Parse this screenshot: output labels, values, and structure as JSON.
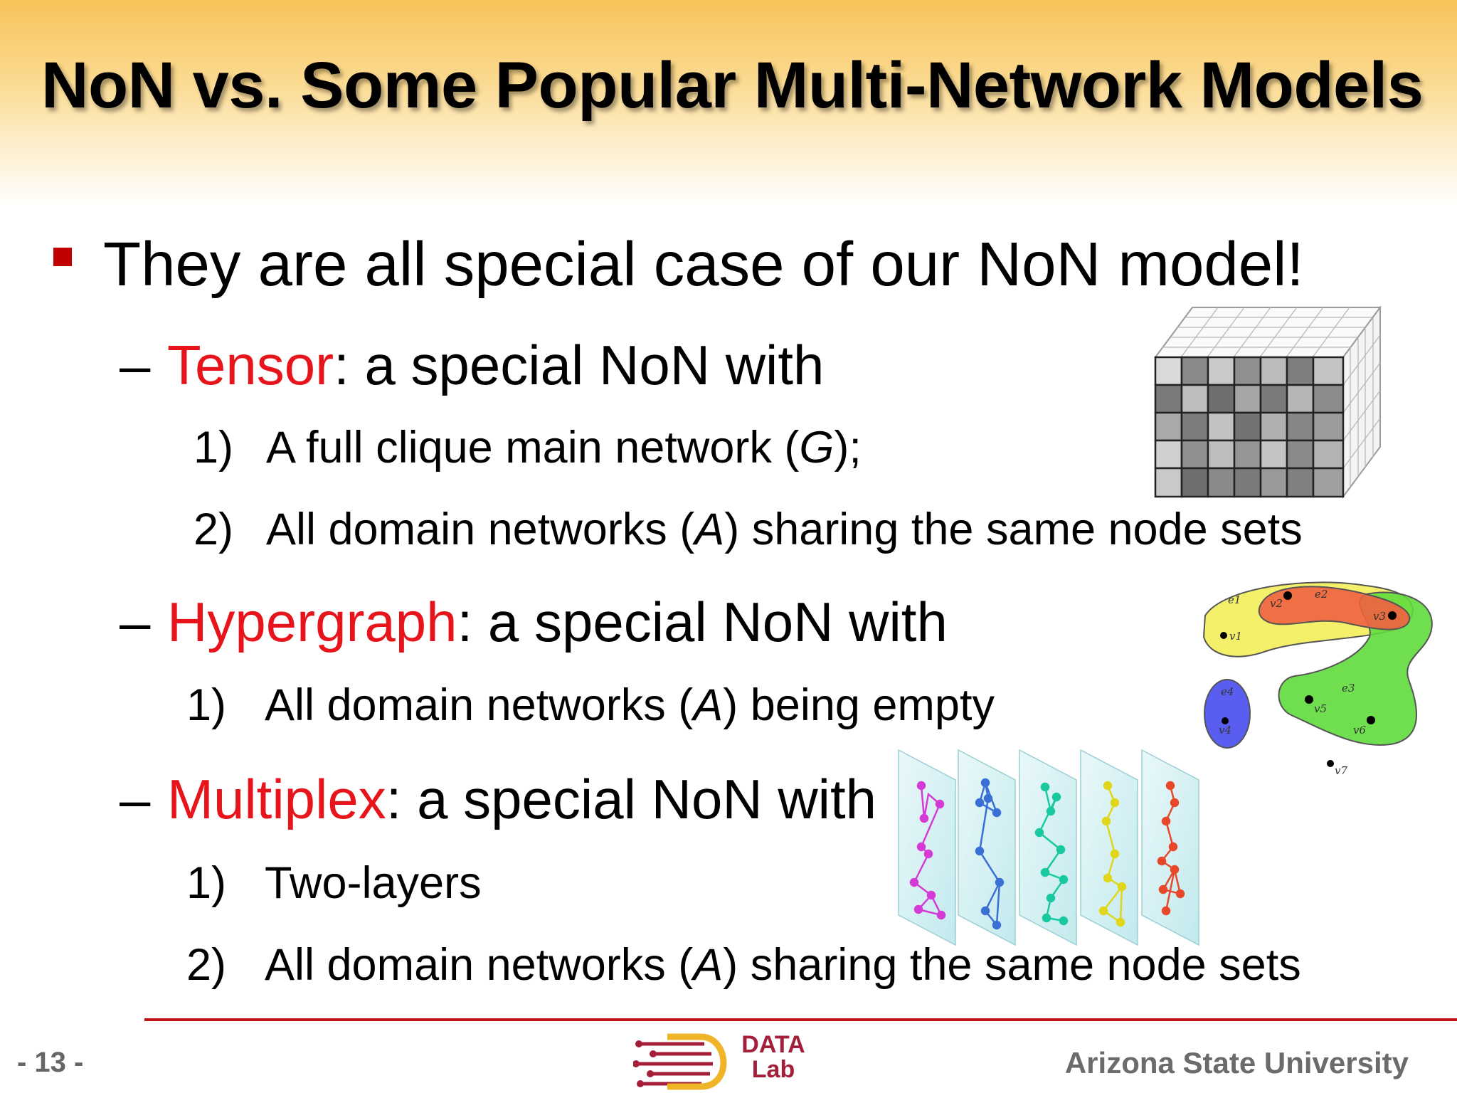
{
  "slide": {
    "title": "NoN vs. Some Popular Multi-Network Models",
    "page_number": "- 13 -",
    "institution": "Arizona State University",
    "logo_text_line1": "DATA",
    "logo_text_line2": "Lab"
  },
  "main_bullet": "They are all special case of our NoN model!",
  "sections": {
    "tensor": {
      "dash": "–",
      "keyword": "Tensor",
      "rest": ": a special NoN with",
      "items": [
        {
          "num": "1)",
          "pre": "A full clique main network (",
          "var": "G",
          "post": ");"
        },
        {
          "num": "2)",
          "pre": "All domain networks (",
          "var": "A",
          "post": ") sharing the same node sets"
        }
      ]
    },
    "hypergraph": {
      "dash": "–",
      "keyword": "Hypergraph",
      "rest": ": a special NoN with",
      "items": [
        {
          "num": "1)",
          "pre": "All domain networks (",
          "var": "A",
          "post": ") being empty"
        }
      ]
    },
    "multiplex": {
      "dash": "–",
      "keyword": "Multiplex",
      "rest": ": a special NoN with",
      "items": [
        {
          "num": "1)",
          "pre": "Two-layers",
          "var": "",
          "post": ""
        },
        {
          "num": "2)",
          "pre": "All domain networks (",
          "var": "A",
          "post": ") sharing the same node sets"
        }
      ]
    }
  },
  "hypergraph_figure": {
    "edge_labels": [
      "e1",
      "e2",
      "e3",
      "e4"
    ],
    "node_labels": [
      "v1",
      "v2",
      "v3",
      "v4",
      "v5",
      "v6",
      "v7"
    ]
  },
  "colors": {
    "accent_red": "#e8141b",
    "bullet_red": "#c00000",
    "footer_red": "#c0141b",
    "title_band": "#f7c35a",
    "hyperedge_yellow": "#f4ee5a",
    "hyperedge_red": "#ef6040",
    "hyperedge_green": "#5fdc3c",
    "hyperedge_blue": "#5a5ef0",
    "layer_colors": [
      "#d63ad6",
      "#3a6fd6",
      "#18c9a0",
      "#e0d61a",
      "#e8472a"
    ]
  },
  "icons": {
    "tensor_figure": "tensor-cube-icon",
    "hypergraph_figure": "hypergraph-icon",
    "multiplex_figure": "multiplex-layers-icon",
    "logo": "data-lab-logo-icon"
  }
}
